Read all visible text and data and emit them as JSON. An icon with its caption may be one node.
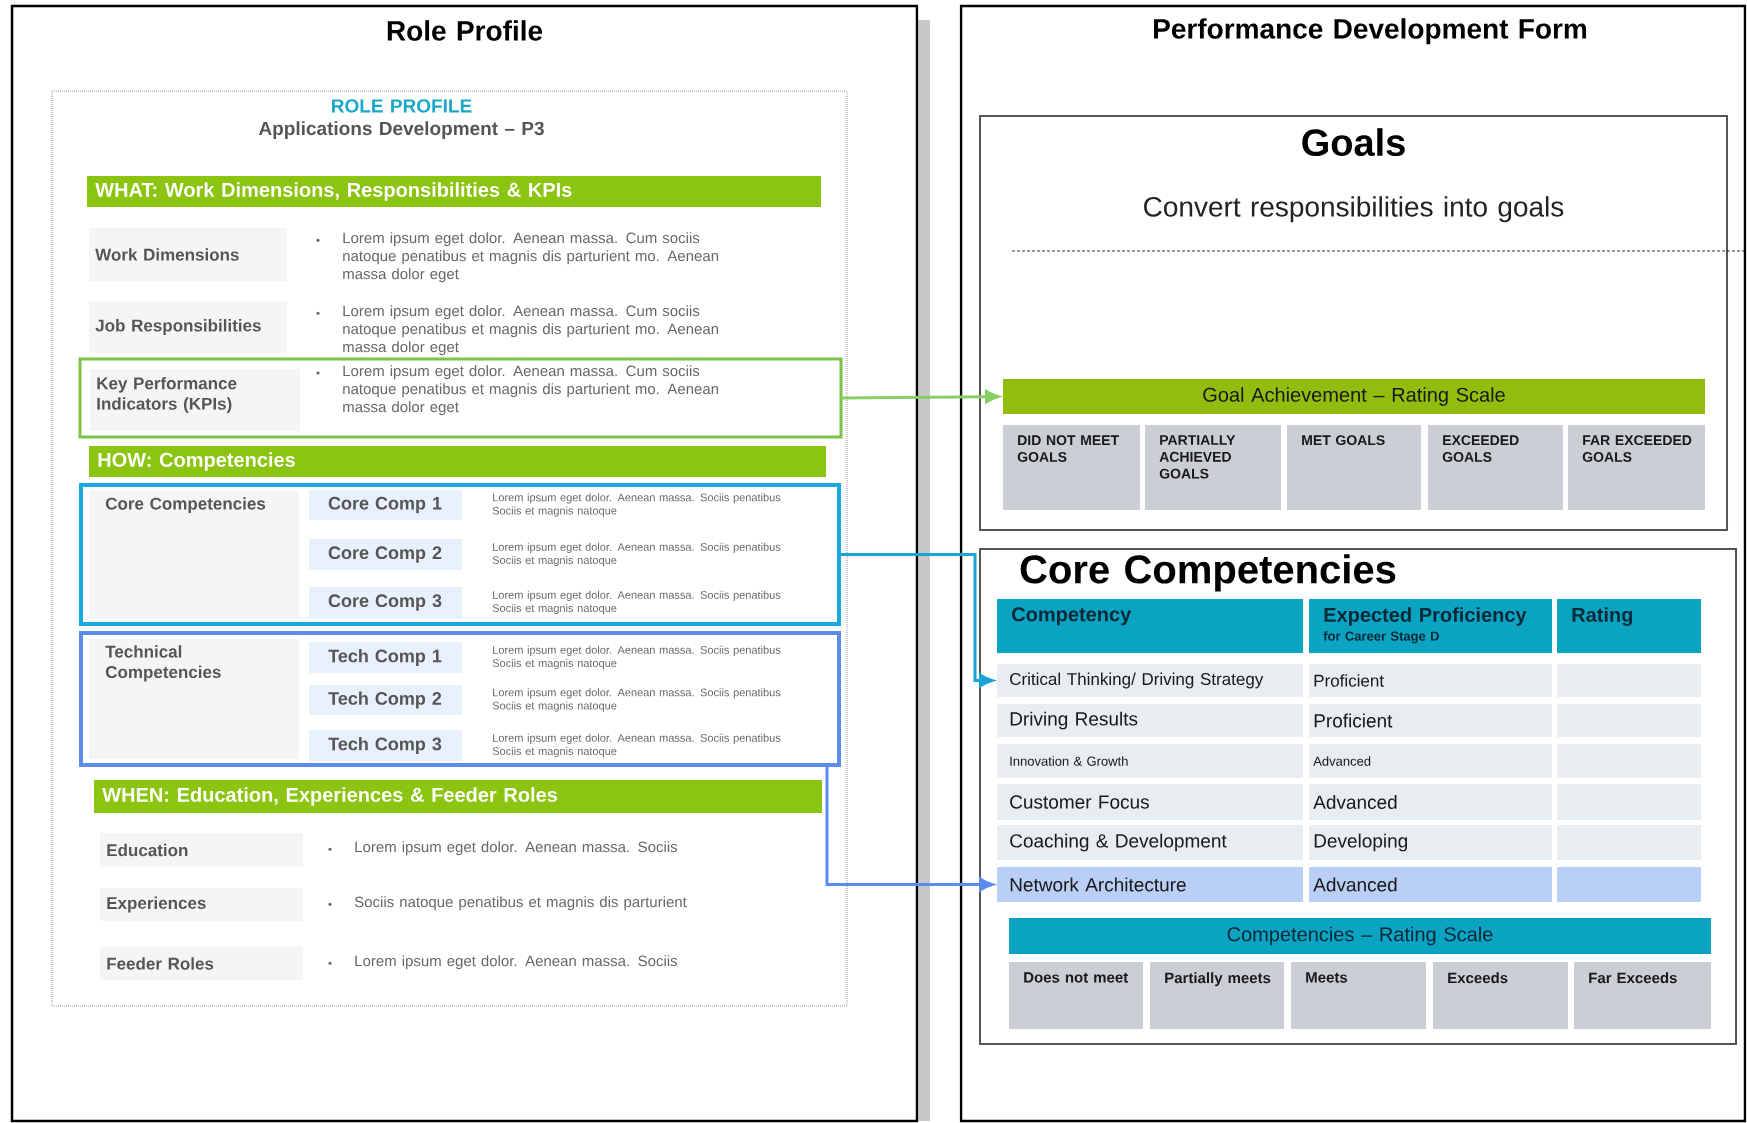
{
  "diagram": {
    "nodes": [
      {
        "text": [
          "Role Profile"
        ]
      },
      {
        "text": [
          "ROLE PROFILE",
          "Applications Development – P3"
        ],
        "in": 0
      },
      {
        "text": [
          "WHAT: Work Dimensions, Responsibilities & KPIs"
        ],
        "in": 1
      },
      {
        "text": [
          "Work Dimensions",
          "Lorem ipsum eget dolor. Aenean massa. Cum sociis natoque penatibus et magnis dis parturient mo. Aenean massa dolor eget"
        ],
        "in": 1
      },
      {
        "text": [
          "Job Responsibilities",
          "Lorem ipsum eget dolor. Aenean massa. Cum sociis natoque penatibus et magnis dis parturient mo. Aenean massa dolor eget"
        ],
        "in": 1
      },
      {
        "text": [
          "Key Performance Indicators (KPIs)",
          "Lorem ipsum eget dolor. Aenean massa. Cum sociis natoque penatibus et magnis dis parturient mo. Aenean massa dolor eget"
        ],
        "in": 1
      },
      {
        "text": [
          "HOW: Competencies"
        ],
        "in": 1
      },
      {
        "text": [
          "Core Competencies"
        ],
        "in": 1
      },
      {
        "text": [
          "Core Comp 1",
          "Lorem ipsum eget dolor. Aenean massa. Sociis penatibus Sociis et magnis natoque"
        ],
        "in": 7
      },
      {
        "text": [
          "Core Comp 2",
          "Lorem ipsum eget dolor. Aenean massa. Sociis penatibus Sociis et magnis natoque"
        ],
        "in": 7
      },
      {
        "text": [
          "Core Comp 3",
          "Lorem ipsum eget dolor. Aenean massa. Sociis penatibus Sociis et magnis natoque"
        ],
        "in": 7
      },
      {
        "text": [
          "Technical Competencies"
        ],
        "in": 1
      },
      {
        "text": [
          "Tech Comp 1",
          "Lorem ipsum eget dolor. Aenean massa. Sociis penatibus Sociis et magnis natoque"
        ],
        "in": 11
      },
      {
        "text": [
          "Tech Comp 2",
          "Lorem ipsum eget dolor. Aenean massa. Sociis penatibus Sociis et magnis natoque"
        ],
        "in": 11
      },
      {
        "text": [
          "Tech Comp 3",
          "Lorem ipsum eget dolor. Aenean massa. Sociis penatibus Sociis et magnis natoque"
        ],
        "in": 11
      },
      {
        "text": [
          "WHEN: Education, Experiences & Feeder Roles"
        ],
        "in": 1
      },
      {
        "text": [
          "Education",
          "Lorem ipsum eget dolor. Aenean massa. Sociis"
        ],
        "in": 1
      },
      {
        "text": [
          "Experiences",
          "Sociis natoque penatibus et magnis dis parturient"
        ],
        "in": 1
      },
      {
        "text": [
          "Feeder Roles",
          "Lorem ipsum eget dolor. Aenean massa. Sociis"
        ],
        "in": 1
      },
      {
        "text": [
          "Performance Development Form"
        ]
      },
      {
        "text": [
          "Goals",
          "Convert responsibilities into goals"
        ],
        "in": 19
      },
      {
        "text": [
          "Goal Achievement – Rating Scale"
        ],
        "in": 20
      },
      {
        "text": [
          "DID NOT MEET GOALS"
        ],
        "in": 20
      },
      {
        "text": [
          "PARTIALLY ACHIEVED GOALS"
        ],
        "in": 20
      },
      {
        "text": [
          "MET GOALS"
        ],
        "in": 20
      },
      {
        "text": [
          "EXCEEDED GOALS"
        ],
        "in": 20
      },
      {
        "text": [
          "FAR EXCEEDED GOALS"
        ],
        "in": 20
      },
      {
        "text": [
          "Core Competencies"
        ],
        "in": 19
      },
      {
        "text": [
          "Competency"
        ],
        "in": 27
      },
      {
        "text": [
          "Expected Proficiency",
          "for Career Stage D"
        ],
        "in": 27
      },
      {
        "text": [
          "Rating"
        ],
        "in": 27
      },
      {
        "text": [
          "Critical Thinking/ Driving Strategy",
          "Proficient"
        ],
        "in": 27
      },
      {
        "text": [
          "Driving Results",
          "Proficient"
        ],
        "in": 27
      },
      {
        "text": [
          "Innovation & Growth",
          "Advanced"
        ],
        "in": 27
      },
      {
        "text": [
          "Customer Focus",
          "Advanced"
        ],
        "in": 27
      },
      {
        "text": [
          "Coaching & Development",
          "Developing"
        ],
        "in": 27
      },
      {
        "text": [
          "Network Architecture",
          "Advanced"
        ],
        "in": 27
      },
      {
        "text": [
          "Competencies – Rating Scale"
        ],
        "in": 27
      },
      {
        "text": [
          "Does not meet"
        ],
        "in": 27
      },
      {
        "text": [
          "Partially meets"
        ],
        "in": 27
      },
      {
        "text": [
          "Meets"
        ],
        "in": 27
      },
      {
        "text": [
          "Exceeds"
        ],
        "in": 27
      },
      {
        "text": [
          "Far Exceeds"
        ],
        "in": 27
      }
    ],
    "edges": [
      {
        "from": 5,
        "to": 21,
        "arrow": "to",
        "color": "#86cf62"
      },
      {
        "from": 7,
        "to": 31,
        "arrow": "to",
        "color": "#1aa3d6"
      },
      {
        "from": 11,
        "to": 36,
        "arrow": "to",
        "color": "#5b8def"
      }
    ]
  }
}
